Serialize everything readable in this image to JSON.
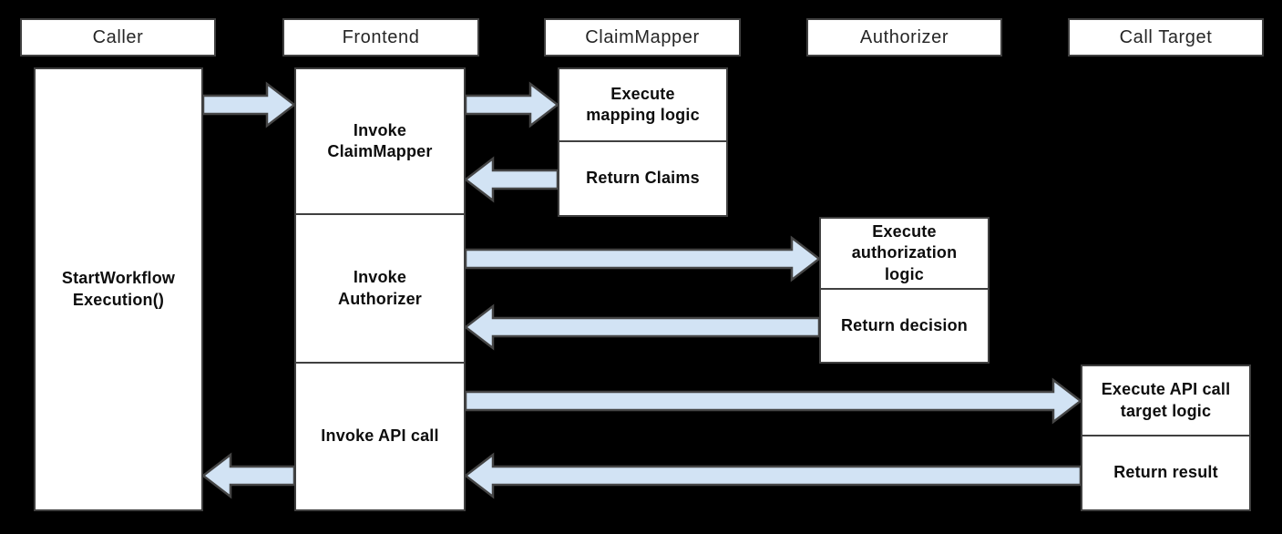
{
  "colors": {
    "background": "#000000",
    "box_fill": "#ffffff",
    "box_border": "#404040",
    "arrow_fill": "#d2e3f4",
    "arrow_stroke": "#454545",
    "header_text": "#262626",
    "box_text": "#0d0d0d"
  },
  "lifelines": [
    {
      "id": "caller",
      "header": "Caller"
    },
    {
      "id": "frontend",
      "header": "Frontend"
    },
    {
      "id": "claimmapper",
      "header": "ClaimMapper"
    },
    {
      "id": "authorizer",
      "header": "Authorizer"
    },
    {
      "id": "calltarget",
      "header": "Call Target"
    }
  ],
  "boxes": [
    {
      "id": "caller-activation",
      "column": "caller",
      "label": [
        "StartWorkflow",
        "Execution()"
      ]
    },
    {
      "id": "invoke-claimmapper",
      "column": "frontend",
      "label": [
        "Invoke",
        "ClaimMapper"
      ]
    },
    {
      "id": "invoke-authorizer",
      "column": "frontend",
      "label": [
        "Invoke",
        "Authorizer"
      ]
    },
    {
      "id": "invoke-api-call",
      "column": "frontend",
      "label": [
        "Invoke API call"
      ]
    },
    {
      "id": "execute-mapping-logic",
      "column": "claimmapper",
      "label": [
        "Execute",
        "mapping logic"
      ]
    },
    {
      "id": "return-claims",
      "column": "claimmapper",
      "label": [
        "Return Claims"
      ]
    },
    {
      "id": "execute-authorization-logic",
      "column": "authorizer",
      "label": [
        "Execute",
        "authorization",
        "logic"
      ]
    },
    {
      "id": "return-decision",
      "column": "authorizer",
      "label": [
        "Return decision"
      ]
    },
    {
      "id": "execute-api-call-target-logic",
      "column": "calltarget",
      "label": [
        "Execute API call",
        "target logic"
      ]
    },
    {
      "id": "return-result",
      "column": "calltarget",
      "label": [
        "Return result"
      ]
    }
  ],
  "arrows": [
    {
      "from": "caller",
      "to": "frontend"
    },
    {
      "from": "frontend",
      "to": "claimmapper"
    },
    {
      "from": "claimmapper",
      "to": "frontend"
    },
    {
      "from": "frontend",
      "to": "authorizer"
    },
    {
      "from": "authorizer",
      "to": "frontend"
    },
    {
      "from": "frontend",
      "to": "calltarget"
    },
    {
      "from": "calltarget",
      "to": "frontend"
    },
    {
      "from": "frontend",
      "to": "caller"
    }
  ]
}
